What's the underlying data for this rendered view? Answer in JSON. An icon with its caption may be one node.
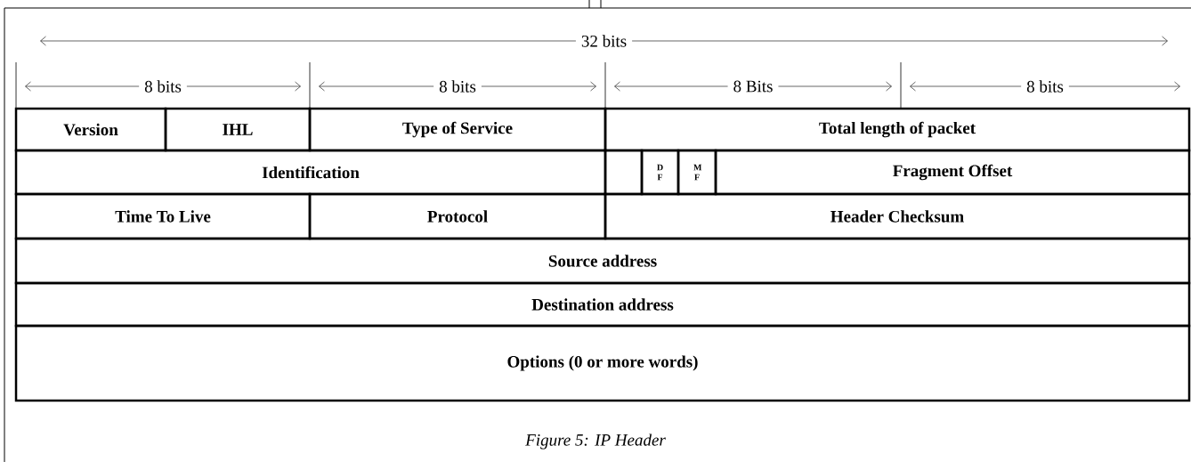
{
  "diagram": {
    "caption": "Figure 5: IP Header",
    "nodes": [
      {
        "text": [
          "Version"
        ]
      },
      {
        "text": [
          "IHL"
        ]
      },
      {
        "text": [
          "Type of Service"
        ]
      },
      {
        "text": [
          "Total length of packet"
        ]
      },
      {
        "text": [
          "Identification"
        ]
      },
      {
        "text": [],
        "shape": "box"
      },
      {
        "text": [
          "D F"
        ]
      },
      {
        "text": [
          "M F"
        ]
      },
      {
        "text": [
          "Fragment Offset"
        ]
      },
      {
        "text": [
          "Time To Live"
        ]
      },
      {
        "text": [
          "Protocol"
        ]
      },
      {
        "text": [
          "Header Checksum"
        ]
      },
      {
        "text": [
          "Source address"
        ]
      },
      {
        "text": [
          "Destination address"
        ]
      },
      {
        "text": [
          "Options (0 or more words)"
        ]
      }
    ],
    "labels": [
      "32 bits",
      "8 bits",
      "8 bits",
      "8 Bits",
      "8 bits"
    ]
  }
}
